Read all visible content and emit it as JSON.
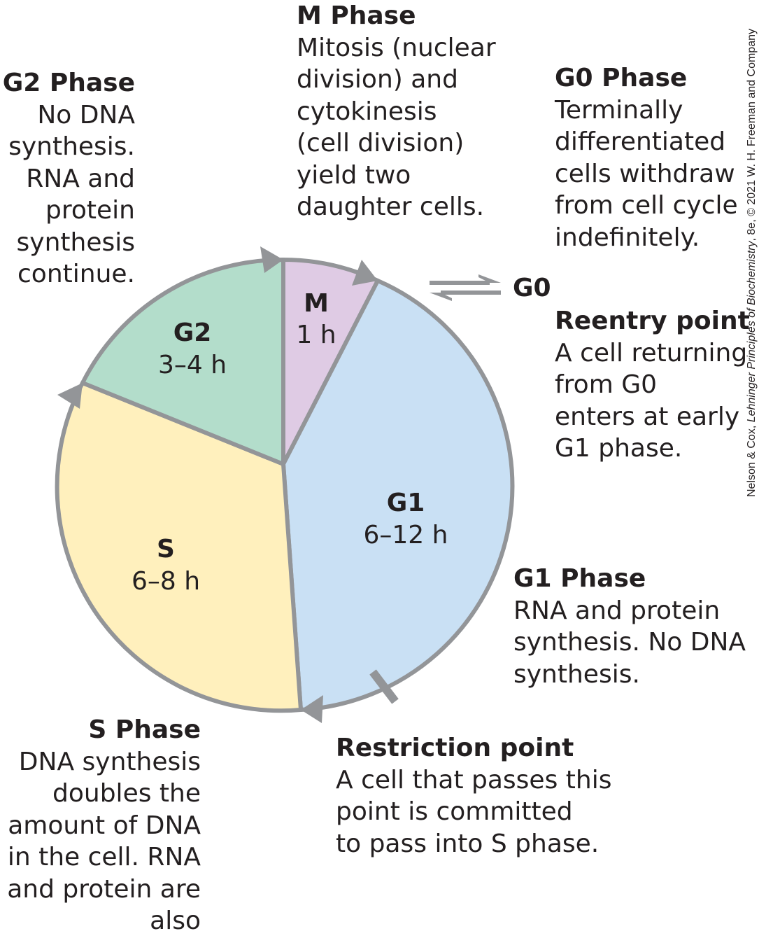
{
  "phases": {
    "M": {
      "label": "M",
      "duration": "1 h",
      "color": "#dfcbe4"
    },
    "G1": {
      "label": "G1",
      "duration": "6–12 h",
      "color": "#c9e0f4"
    },
    "S": {
      "label": "S",
      "duration": "6–8 h",
      "color": "#fff0bd"
    },
    "G2": {
      "label": "G2",
      "duration": "3–4 h",
      "color": "#b3ddcb"
    }
  },
  "outline_color": "#939598",
  "g0_label": "G0",
  "annotations": {
    "m_phase": {
      "title": "M Phase",
      "body": "Mitosis (nuclear\ndivision) and\ncytokinesis\n(cell division)\nyield two\ndaughter cells."
    },
    "g2_phase": {
      "title": "G2 Phase",
      "body": "No DNA\nsynthesis.\nRNA and\nprotein\nsynthesis\ncontinue."
    },
    "g0_phase": {
      "title": "G0 Phase",
      "body": "Terminally\ndifferentiated\ncells withdraw\nfrom cell cycle\nindefinitely."
    },
    "reentry": {
      "title": "Reentry point",
      "body": "A cell returning\nfrom G0\nenters at early\nG1 phase."
    },
    "g1_phase": {
      "title": "G1 Phase",
      "body": "RNA and protein\nsynthesis. No DNA\nsynthesis."
    },
    "s_phase": {
      "title": "S Phase",
      "body": "DNA synthesis\ndoubles the\namount of DNA\nin the cell. RNA\nand protein are\nalso synthesized."
    },
    "restriction": {
      "title": "Restriction point",
      "body": "A cell that passes this\npoint is committed\nto pass into S phase."
    }
  },
  "credit": {
    "prefix": "Nelson & Cox, ",
    "title": "Lehninger Principles of Biochemistry",
    "suffix": ", 8e, © 2021 W. H. Freeman and Company"
  }
}
